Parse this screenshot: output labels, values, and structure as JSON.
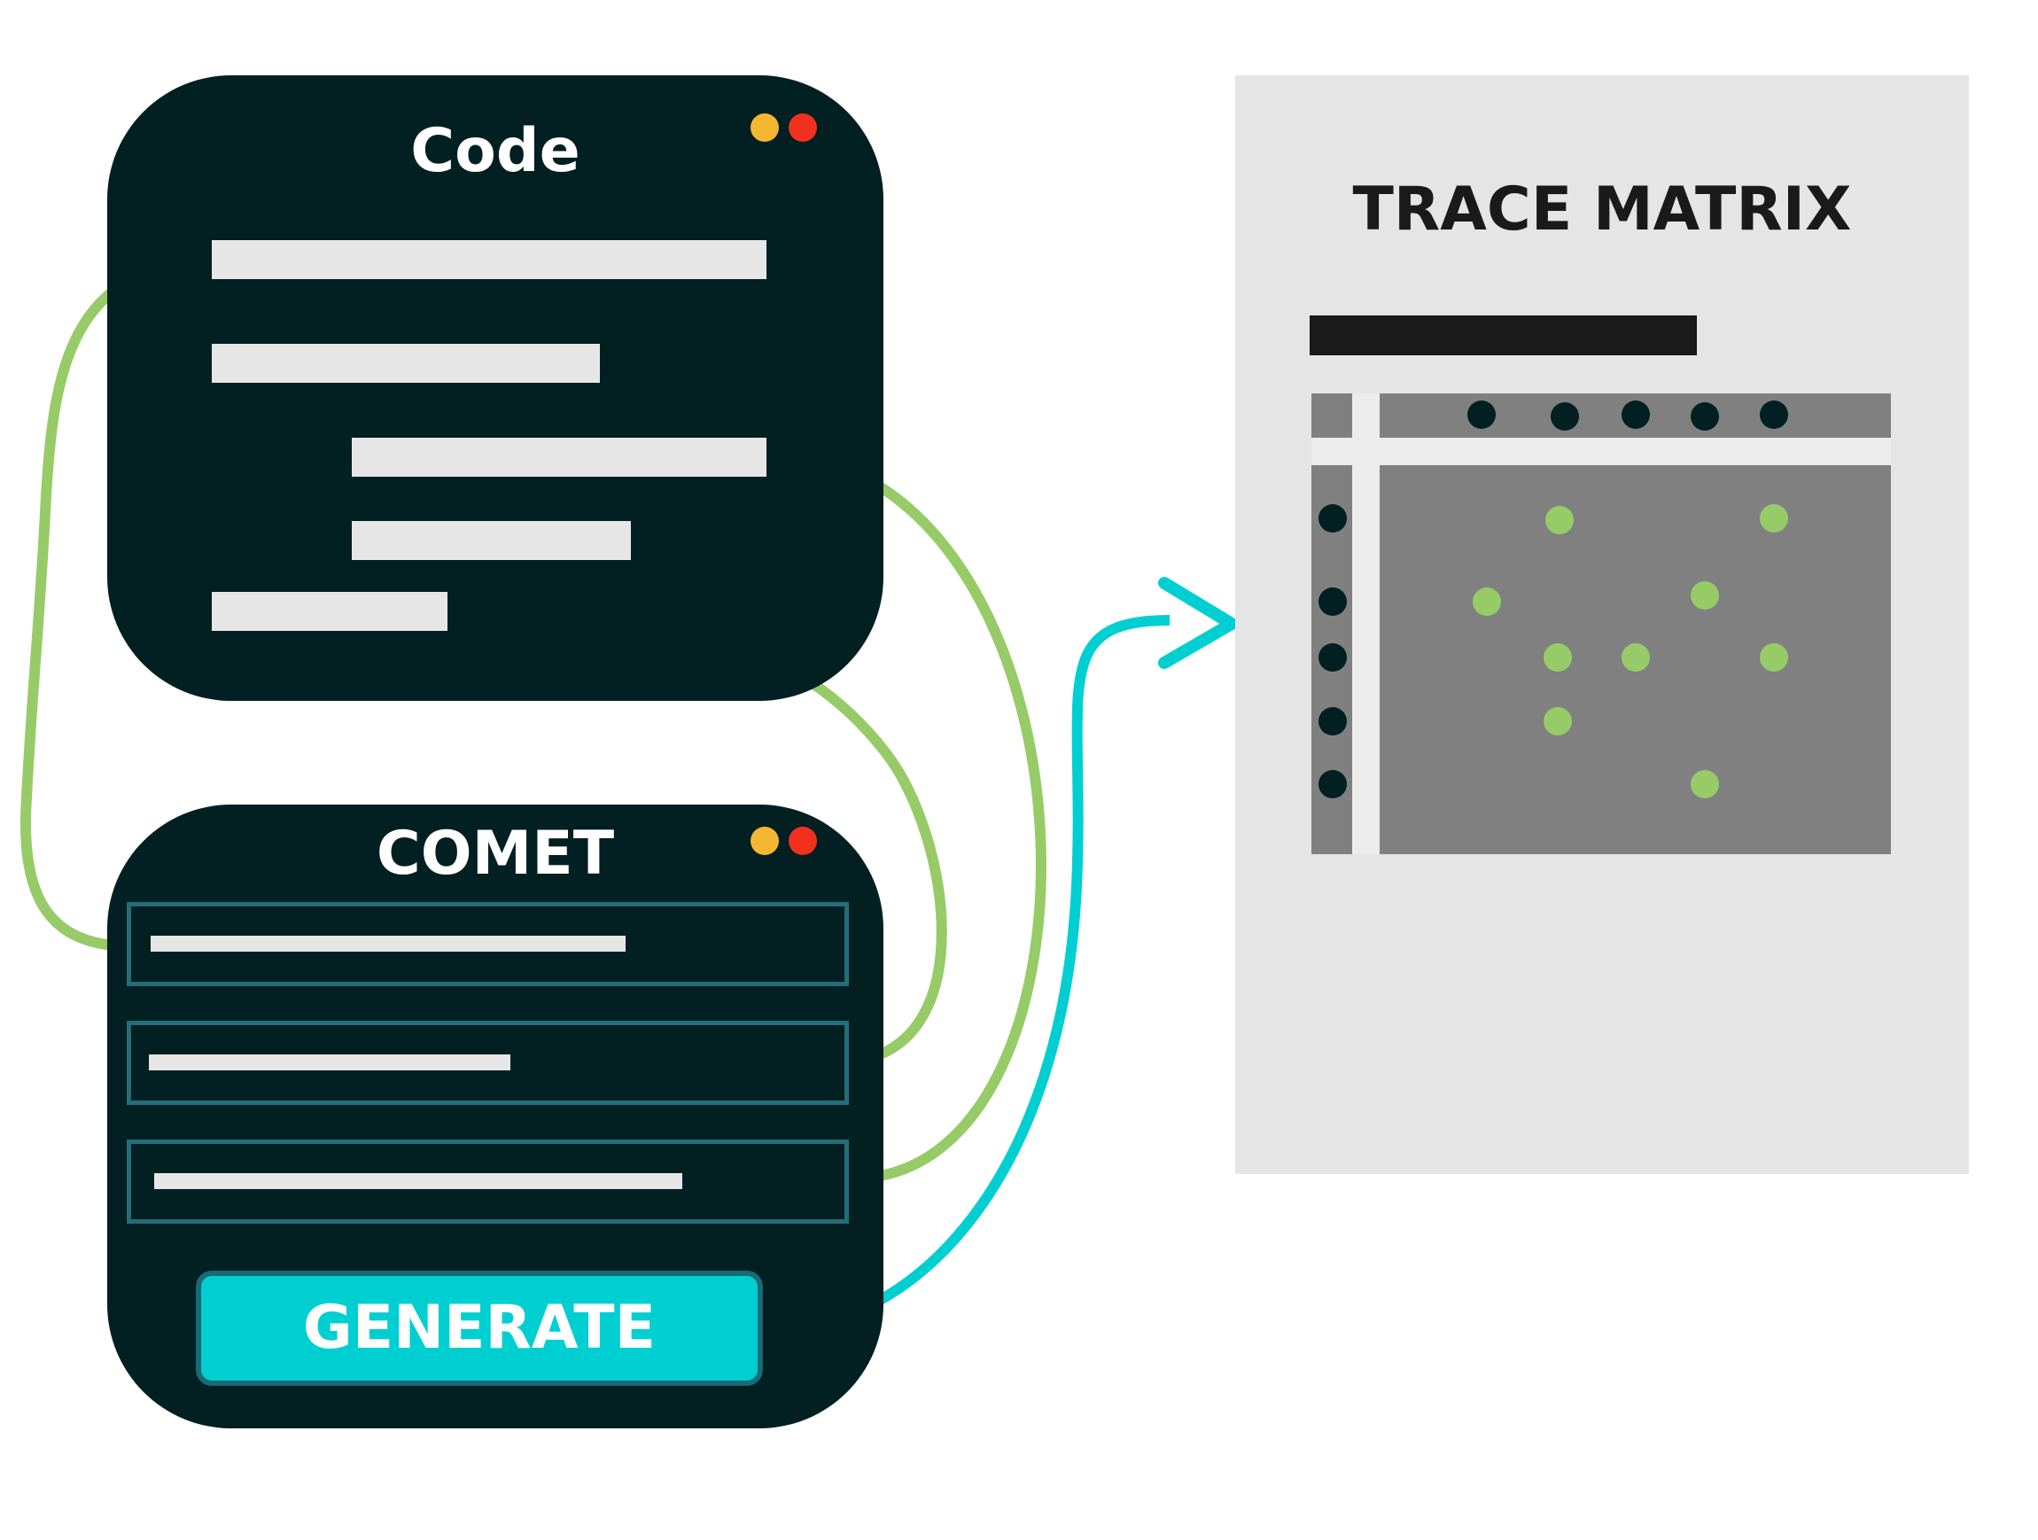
{
  "code_panel": {
    "title": "Code"
  },
  "comet_panel": {
    "title": "COMET",
    "generate_label": "GENERATE"
  },
  "trace_matrix": {
    "title": "TRACE MATRIX"
  },
  "colors": {
    "panel_bg": "#021f22",
    "trace_link": "#97cb68",
    "generate_accent": "#00cfd2",
    "field_border": "#246e79",
    "window_dot_yellow": "#f5b731",
    "window_dot_red": "#f2301e",
    "matrix_bg": "#808080",
    "document_bg": "#e5e5e5"
  },
  "icons": [
    "window-dot-yellow-icon",
    "window-dot-red-icon",
    "arrow-right-icon"
  ]
}
